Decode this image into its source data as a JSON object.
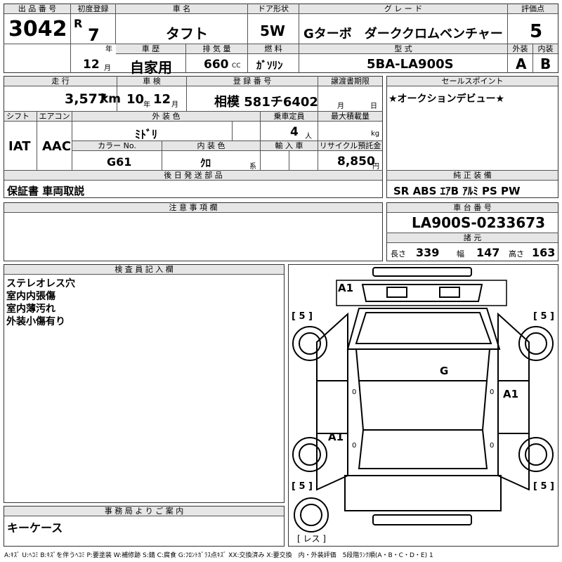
{
  "labels": {
    "lot_no": "出 品 番 号",
    "first_reg": "初度登録",
    "car_name": "車 名",
    "door": "ドア形状",
    "grade": "グ レ ー ド",
    "score": "評価点",
    "history": "車 歴",
    "displacement": "排 気 量",
    "fuel": "燃 料",
    "model": "型 式",
    "exterior": "外装",
    "interior": "内装",
    "mileage": "走 行",
    "inspection": "車 検",
    "reg_no": "登 録 番 号",
    "transfer": "譲渡書期限",
    "sales_point": "セールスポイント",
    "shift": "シフト",
    "aircon": "エアコン",
    "ext_color": "外 装 色",
    "capacity": "乗車定員",
    "max_load": "最大積載量",
    "color_no": "カラー No.",
    "int_color": "内 装 色",
    "import": "輸 入 車",
    "recycle": "リサイクル預託金",
    "later_parts": "後 日 発 送 部 品",
    "genuine": "純 正 装 備",
    "notes": "注 意 事 項 欄",
    "chassis_no": "車 台 番 号",
    "specs": "諸 元",
    "inspector": "検 査 員 記 入 欄",
    "office": "事 務 局 よ り ご 案 内"
  },
  "values": {
    "lot_no": "3042",
    "era": "R",
    "year": "7",
    "year_unit": "年",
    "month": "12",
    "month_unit": "月",
    "car_name": "タフト",
    "door": "5W",
    "grade": "Gターボ　ダーククロムベンチャー",
    "score": "5",
    "history": "自家用",
    "displacement": "660",
    "cc": "CC",
    "fuel": "ｶﾞｿﾘﾝ",
    "model": "5BA-LA900S",
    "exterior": "A",
    "interior": "B",
    "mileage": "3,577",
    "km": "km",
    "insp_year": "10",
    "insp_month": "12",
    "year_mark": "年",
    "month_mark": "月",
    "reg_no": "相模 581チ6402",
    "transfer_month": "月",
    "transfer_day": "日",
    "sales_point": "★オークションデビュー★",
    "shift": "IAT",
    "aircon": "AAC",
    "ext_color": "ﾐﾄﾞﾘ",
    "capacity": "4",
    "people": "人",
    "kg": "kg",
    "color_no": "G61",
    "int_color": "ｸﾛ",
    "kei": "系",
    "recycle": "8,850",
    "yen": "円",
    "later_parts": "保証書 車両取説",
    "genuine": "SR ABS ｴｱB ｱﾙﾐ PS PW",
    "chassis_no": "LA900S-0233673",
    "length_label": "長さ",
    "length": "339",
    "width_label": "幅",
    "width": "147",
    "height_label": "高さ",
    "height": "163",
    "inspector_lines": [
      "ステレオレス穴",
      "室内内張傷",
      "室内薄汚れ",
      "外装小傷有り"
    ],
    "office": "キーケース"
  },
  "diagram": {
    "marks": [
      "A1",
      "G",
      "A1",
      "A1"
    ],
    "tires": [
      "[ 5 ]",
      "[ 5 ]",
      "[ 5 ]",
      "[ 5 ]"
    ],
    "spare": "[ レス ]",
    "zeros": [
      "0",
      "0",
      "0",
      "0"
    ]
  },
  "legend": "A:ｷｽﾞ U:ﾍｺﾐ B:ｷｽﾞを伴うﾍｺﾐ P:要塗装 W:補修跡 S:錆 C:腐食 G:ﾌﾛﾝﾄｶﾞﾗｽ点ｷｽﾞ XX:交換済み X:要交換　内・外装評価　5段階ﾗﾝｸ順(A・B・C・D・E) 1"
}
